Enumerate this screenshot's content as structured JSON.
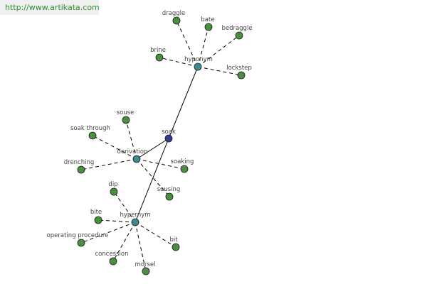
{
  "watermark": "http://www.artikata.com",
  "colors": {
    "leaf": "#4a8f3f",
    "hub": "#3f8a8f",
    "center": "#2f3f8f"
  },
  "graph": {
    "center": "soak",
    "groups": [
      {
        "label": "hyponym",
        "items": [
          "draggle",
          "bate",
          "bedraggle",
          "brine",
          "lockstep"
        ]
      },
      {
        "label": "derivation",
        "items": [
          "souse",
          "soak through",
          "drenching",
          "soaking",
          "sousing"
        ]
      },
      {
        "label": "hypernym",
        "items": [
          "dip",
          "bite",
          "operating procedure",
          "concession",
          "morsel",
          "bit"
        ]
      }
    ]
  }
}
